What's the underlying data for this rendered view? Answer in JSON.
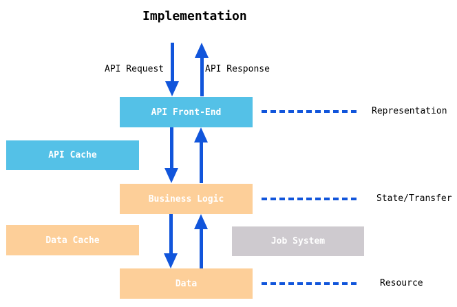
{
  "colors": {
    "background": "#ffffff",
    "arrow_blue": "#1155db",
    "box_cyan": "#54c1e7",
    "box_orange": "#fdcf99",
    "box_gray": "#cecacf",
    "box_text": "#ffffff",
    "label_text": "#000000"
  },
  "title": "Implementation",
  "flow_labels": {
    "request": "API Request",
    "response": "API Response"
  },
  "boxes": {
    "api_front_end": {
      "label": "API Front-End",
      "color": "#54c1e7"
    },
    "api_cache": {
      "label": "API Cache",
      "color": "#54c1e7"
    },
    "business_logic": {
      "label": "Business Logic",
      "color": "#fdcf99"
    },
    "data_cache": {
      "label": "Data Cache",
      "color": "#fdcf99"
    },
    "job_system": {
      "label": "Job System",
      "color": "#cecacf"
    },
    "data": {
      "label": "Data",
      "color": "#fdcf99"
    }
  },
  "layer_labels": {
    "representation": "Representation",
    "state_transfer": "State/Transfer",
    "resource": "Resource"
  }
}
